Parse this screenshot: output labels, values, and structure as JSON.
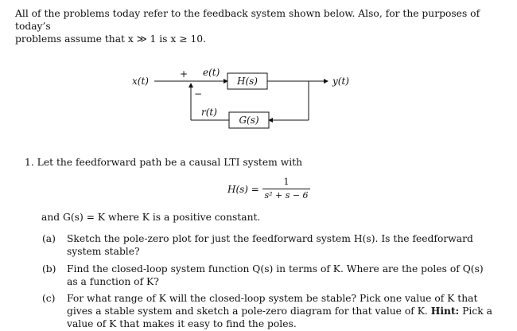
{
  "intro": {
    "line1": "All of the problems today refer to the feedback system shown below. Also, for the purposes of today’s",
    "line2": "problems assume that x ≫ 1 is x ≥ 10."
  },
  "diagram": {
    "input_label": "x(t)",
    "error_label": "e(t)",
    "plus_sign": "+",
    "minus_sign": "−",
    "feedback_label": "r(t)",
    "forward_block": "H(s)",
    "feedback_block": "G(s)",
    "output_label": "y(t)"
  },
  "problem1": {
    "number": "1.",
    "text": "Let the feedforward path be a causal LTI system with",
    "equation": {
      "lhs": "H(s) =",
      "numerator": "1",
      "denominator": "s² + s − 6"
    },
    "after_equation": "and G(s) = K where K is a positive constant.",
    "parts": [
      {
        "tag": "(a)",
        "text": "Sketch the pole-zero plot for just the feedforward system H(s). Is the feedforward system stable?"
      },
      {
        "tag": "(b)",
        "text": "Find the closed-loop system function Q(s) in terms of K. Where are the poles of Q(s) as a function of K?"
      },
      {
        "tag": "(c)",
        "text_before_hint": "For what range of K will the closed-loop system be stable? Pick one value of K that gives a stable system and sketch a pole-zero diagram for that value of K.",
        "hint_label": "Hint:",
        "text_after_hint": "Pick a value of K that makes it easy to find the poles."
      }
    ]
  }
}
